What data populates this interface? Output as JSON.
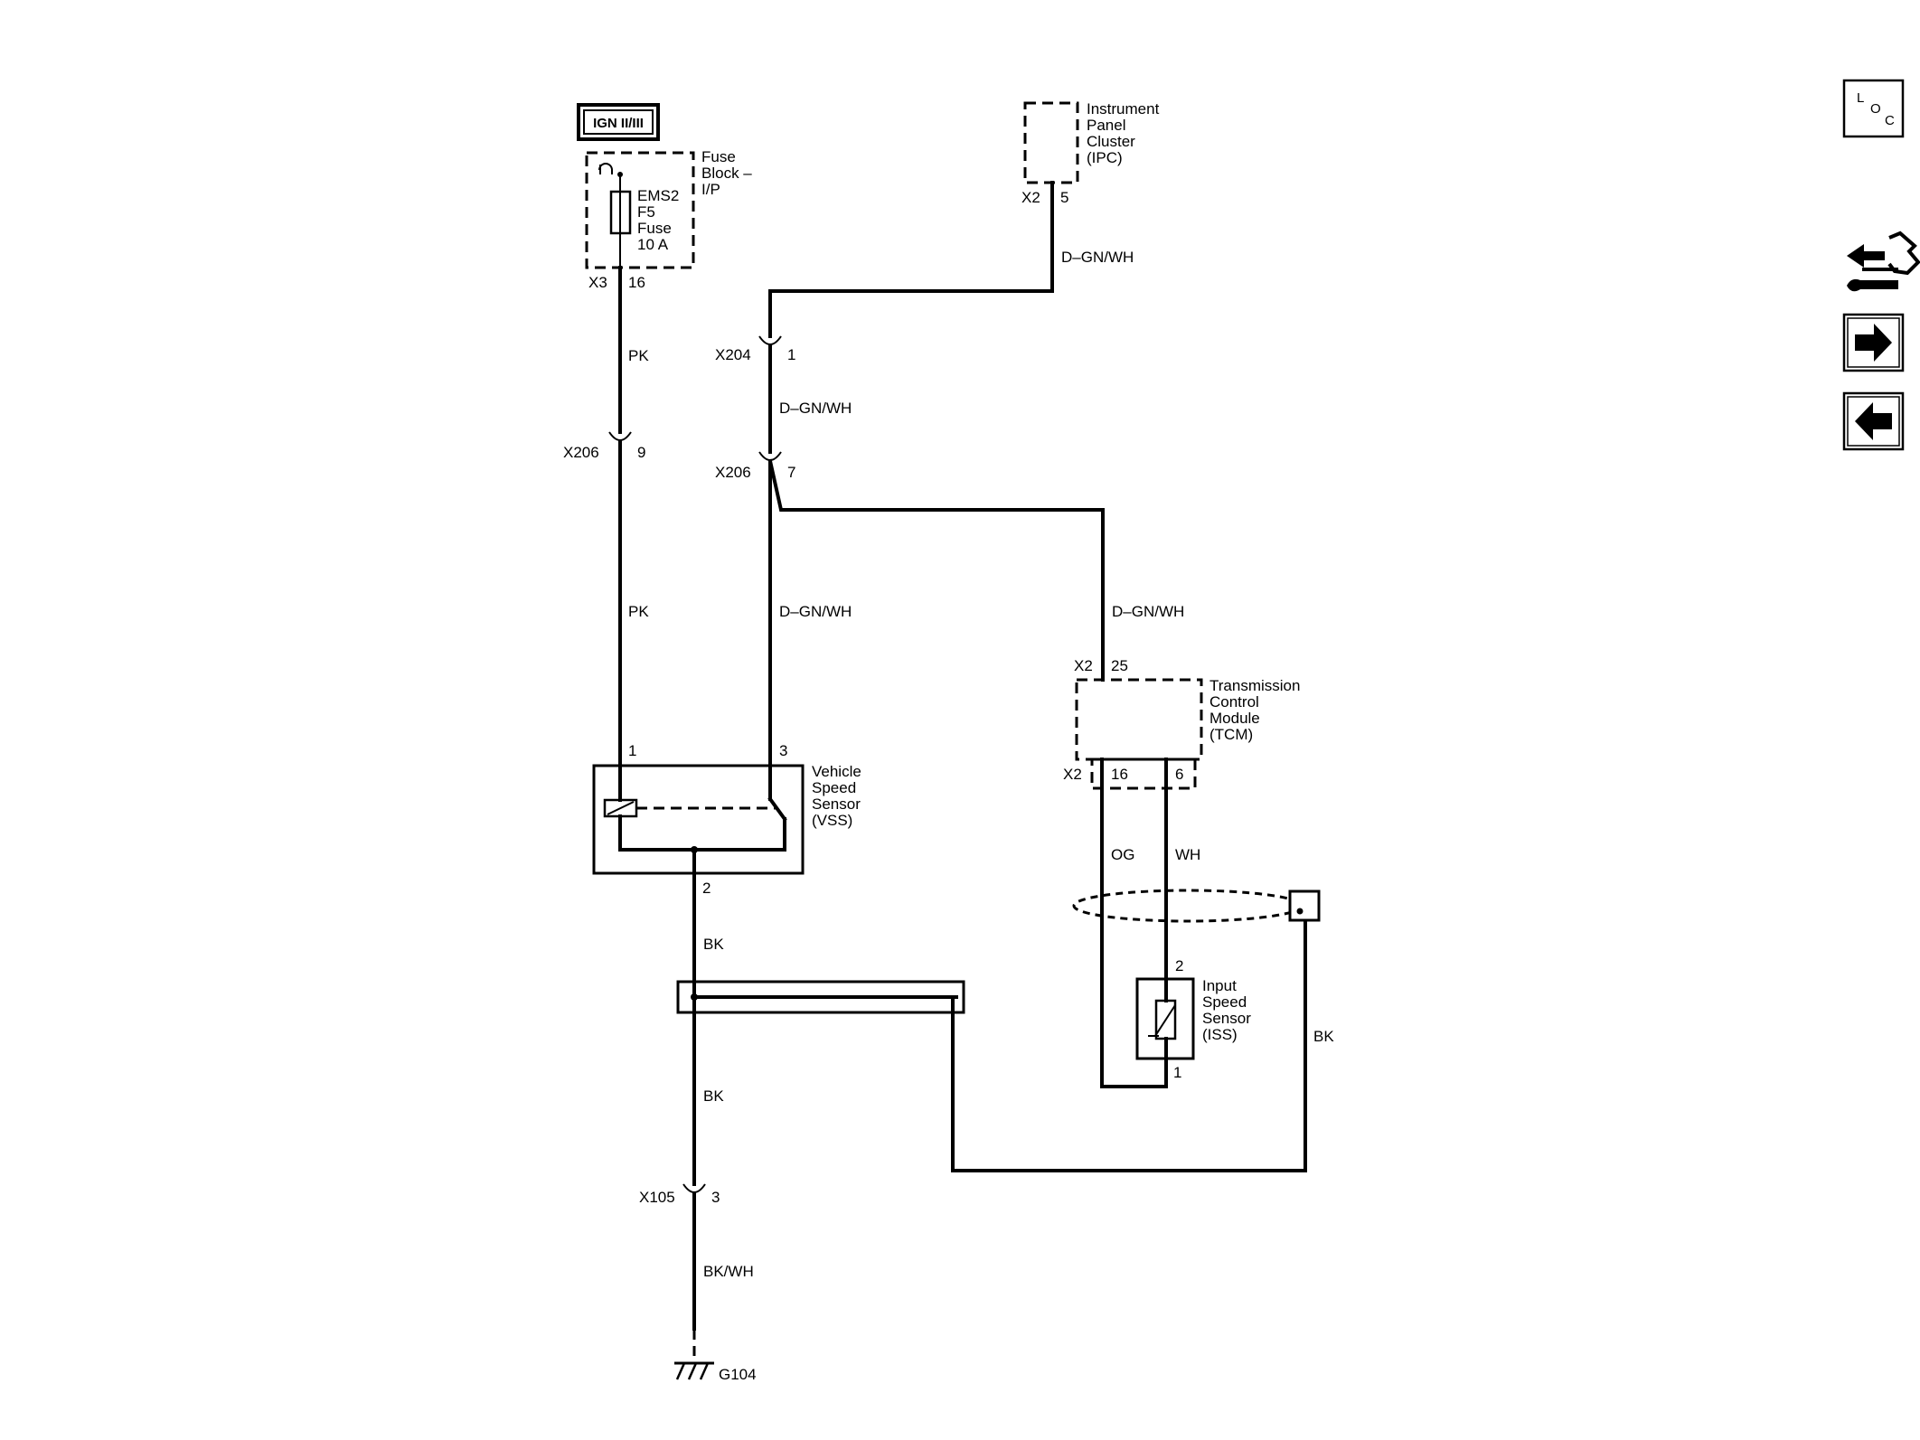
{
  "ignition": {
    "label": "IGN II/III"
  },
  "fuse_block": {
    "label_lines": [
      "Fuse",
      "Block –",
      "I/P"
    ],
    "fuse_lines": [
      "EMS2",
      "F5",
      "Fuse",
      "10 A"
    ],
    "connector": "X3",
    "pin": "16"
  },
  "ipc": {
    "label_lines": [
      "Instrument",
      "Panel",
      "Cluster",
      "(IPC)"
    ],
    "connector": "X2",
    "pin": "5"
  },
  "tcm": {
    "label_lines": [
      "Transmission",
      "Control",
      "Module",
      "(TCM)"
    ],
    "connector_top": "X2",
    "pin_top": "25",
    "connector_bottom": "X2",
    "pin_a": "16",
    "pin_b": "6"
  },
  "vss": {
    "label_lines": [
      "Vehicle",
      "Speed",
      "Sensor",
      "(VSS)"
    ],
    "pin_1": "1",
    "pin_2": "2",
    "pin_3": "3"
  },
  "iss": {
    "label_lines": [
      "Input",
      "Speed",
      "Sensor",
      "(ISS)"
    ],
    "pin_2": "2",
    "pin_1": "1"
  },
  "connectors": {
    "x204": {
      "name": "X204",
      "pin": "1"
    },
    "x206_a": {
      "name": "X206",
      "pin": "9"
    },
    "x206_b": {
      "name": "X206",
      "pin": "7"
    },
    "x105": {
      "name": "X105",
      "pin": "3"
    }
  },
  "wires": {
    "pk_top": "PK",
    "pk_mid": "PK",
    "dgnwh_ipc": "D–GN/WH",
    "dgnwh_x204": "D–GN/WH",
    "dgnwh_vss": "D–GN/WH",
    "dgnwh_tcm": "D–GN/WH",
    "og": "OG",
    "wh": "WH",
    "bk_vss": "BK",
    "bk_splice": "BK",
    "bk_shield": "BK",
    "bkwh": "BK/WH"
  },
  "ground": {
    "name": "G104"
  },
  "nav": {
    "loc_l": "L",
    "loc_o": "O",
    "loc_c": "C",
    "icons": [
      "location-icon",
      "component-info-icon",
      "next-arrow-icon",
      "previous-arrow-icon"
    ]
  }
}
